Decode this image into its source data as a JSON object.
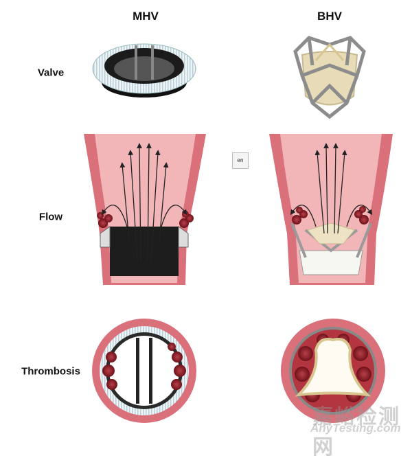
{
  "columns": [
    {
      "title": "MHV"
    },
    {
      "title": "BHV"
    }
  ],
  "rows": [
    {
      "label": "Valve"
    },
    {
      "label": "Flow"
    },
    {
      "label": "Thrombosis"
    }
  ],
  "colors": {
    "vessel": "#d9707a",
    "vessel_inner": "#f2b5b8",
    "thrombus": "#8e1d26",
    "mhv_frame": "#1a1a1a",
    "bhv_leaflet": "#ede3c4",
    "stent": "#9a9a9a"
  },
  "overlay": {
    "translate_icon": "translate-icon",
    "translate_text": "en"
  },
  "watermark": {
    "cn": "嘉峪检测网",
    "en": "AnyTesting.com"
  }
}
